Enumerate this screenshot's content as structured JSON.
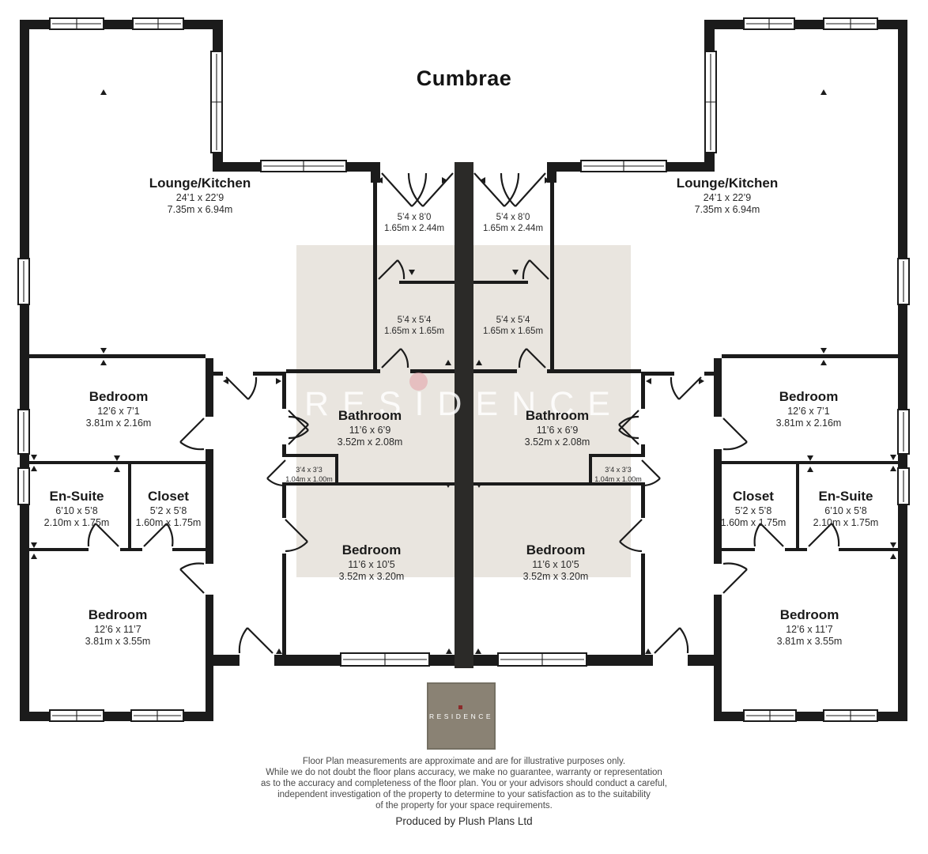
{
  "title": "Cumbrae",
  "watermark": {
    "text": "RESIDENCE"
  },
  "logo": {
    "text": "RESIDENCE"
  },
  "rooms": [
    {
      "id": "lounge-left",
      "name": "Lounge/Kitchen",
      "size_ft": "24’1 x 22’9",
      "size_m": "7.35m x 6.94m"
    },
    {
      "id": "hall-left",
      "name": "",
      "size_ft": "5’4 x 8’0",
      "size_m": "1.65m x 2.44m"
    },
    {
      "id": "lobby-left",
      "name": "",
      "size_ft": "5’4 x 5’4",
      "size_m": "1.65m x 1.65m"
    },
    {
      "id": "bathroom-left",
      "name": "Bathroom",
      "size_ft": "11’6 x 6’9",
      "size_m": "3.52m x 2.08m"
    },
    {
      "id": "store-left",
      "name": "",
      "size_ft": "3’4 x 3’3",
      "size_m": "1.04m x 1.00m"
    },
    {
      "id": "midbed-left",
      "name": "Bedroom",
      "size_ft": "11’6 x 10’5",
      "size_m": "3.52m x 3.20m"
    },
    {
      "id": "bed1-left",
      "name": "Bedroom",
      "size_ft": "12’6 x 7’1",
      "size_m": "3.81m x 2.16m"
    },
    {
      "id": "ensuite-left",
      "name": "En-Suite",
      "size_ft": "6’10 x 5’8",
      "size_m": "2.10m x 1.75m"
    },
    {
      "id": "closet-left",
      "name": "Closet",
      "size_ft": "5’2 x 5’8",
      "size_m": "1.60m x 1.75m"
    },
    {
      "id": "bed2-left",
      "name": "Bedroom",
      "size_ft": "12’6 x 11’7",
      "size_m": "3.81m x 3.55m"
    },
    {
      "id": "lounge-right",
      "name": "Lounge/Kitchen",
      "size_ft": "24’1 x 22’9",
      "size_m": "7.35m x 6.94m"
    },
    {
      "id": "hall-right",
      "name": "",
      "size_ft": "5’4 x 8’0",
      "size_m": "1.65m x 2.44m"
    },
    {
      "id": "lobby-right",
      "name": "",
      "size_ft": "5’4 x 5’4",
      "size_m": "1.65m x 1.65m"
    },
    {
      "id": "bathroom-right",
      "name": "Bathroom",
      "size_ft": "11’6 x 6’9",
      "size_m": "3.52m x 2.08m"
    },
    {
      "id": "store-right",
      "name": "",
      "size_ft": "3’4 x 3’3",
      "size_m": "1.04m x 1.00m"
    },
    {
      "id": "midbed-right",
      "name": "Bedroom",
      "size_ft": "11’6 x 10’5",
      "size_m": "3.52m x 3.20m"
    },
    {
      "id": "bed1-right",
      "name": "Bedroom",
      "size_ft": "12’6 x 7’1",
      "size_m": "3.81m x 2.16m"
    },
    {
      "id": "closet-right",
      "name": "Closet",
      "size_ft": "5’2 x 5’8",
      "size_m": "1.60m x 1.75m"
    },
    {
      "id": "ensuite-right",
      "name": "En-Suite",
      "size_ft": "6’10 x 5’8",
      "size_m": "2.10m x 1.75m"
    },
    {
      "id": "bed2-right",
      "name": "Bedroom",
      "size_ft": "12’6 x 11’7",
      "size_m": "3.81m x 3.55m"
    }
  ],
  "disclaimer": {
    "lines": [
      "Floor Plan measurements are approximate and are for illustrative purposes only.",
      "While we do not doubt the floor plans accuracy, we make no guarantee, warranty or representation",
      "as to the accuracy and completeness of the floor plan. You or your advisors should conduct a careful,",
      "independent investigation of the property to determine to your satisfaction as to the suitability",
      "of the property for your space requirements."
    ],
    "produced_by": "Produced by Plush Plans Ltd"
  },
  "colors": {
    "wall": "#1b1b1b",
    "spine": "#2b2a28",
    "wm_bg": "#e9e5df",
    "logo_bg": "#8a8274",
    "logo_border": "#757063",
    "accent_dot": "#8b2a2a",
    "dim_text": "#2a2a2a",
    "disc_text": "#4a4a4a"
  }
}
